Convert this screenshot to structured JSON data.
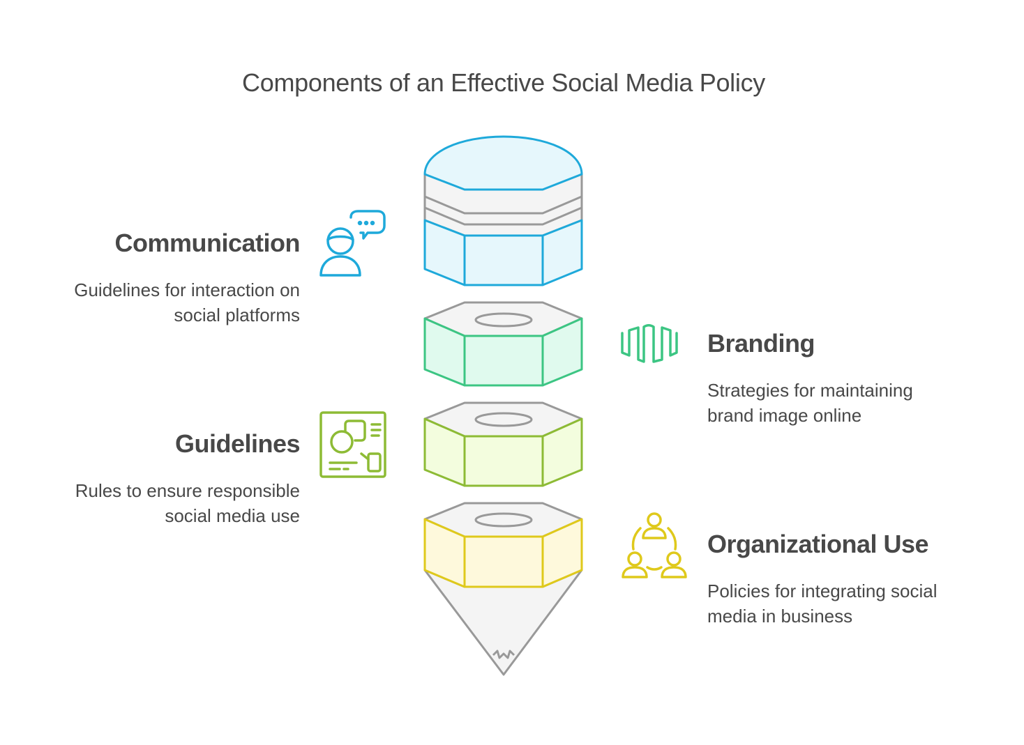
{
  "title": "Components of an Effective Social Media Policy",
  "components": [
    {
      "name": "Communication",
      "description_lines": [
        "Guidelines for interaction on",
        "social platforms"
      ],
      "icon": "person-speech-bubble-icon",
      "side": "left",
      "color": "#1EA9DA",
      "fill": "#E6F7FC"
    },
    {
      "name": "Branding",
      "description_lines": [
        "Strategies for maintaining",
        "brand image online"
      ],
      "icon": "wave-signal-icon",
      "side": "right",
      "color": "#3CC583",
      "fill": "#E0FAEE"
    },
    {
      "name": "Guidelines",
      "description_lines": [
        "Rules to ensure responsible",
        "social media use"
      ],
      "icon": "diagram-board-icon",
      "side": "left",
      "color": "#8DBB35",
      "fill": "#F3FDDE"
    },
    {
      "name": "Organizational Use",
      "description_lines": [
        "Policies for integrating social",
        "media in business"
      ],
      "icon": "team-network-icon",
      "side": "right",
      "color": "#DFC91B",
      "fill": "#FEF9DC"
    }
  ],
  "colors": {
    "text": "#484848",
    "outline_gray": "#999999",
    "gray_fill": "#F4F4F4"
  }
}
